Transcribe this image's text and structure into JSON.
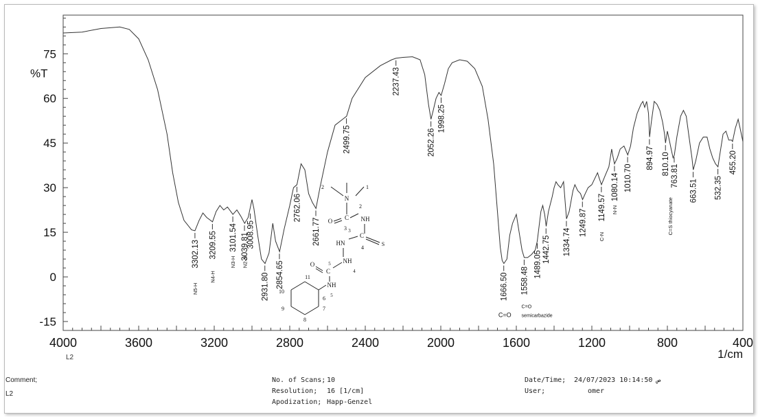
{
  "chart_data": {
    "type": "line",
    "ylabel": "%T",
    "xlabel": "1/cm",
    "xlim": [
      4000,
      400
    ],
    "ylim": [
      -18,
      88
    ],
    "x_ticks": [
      4000,
      3600,
      3200,
      2800,
      2400,
      2000,
      1600,
      1200,
      800,
      400,
      3400,
      3000,
      2600,
      2200,
      1800,
      1400,
      1000,
      600
    ],
    "y_ticks": [
      75,
      60,
      45,
      30,
      15,
      0,
      -15
    ],
    "series_label": "L2",
    "series": [
      {
        "points": [
          [
            4000,
            82
          ],
          [
            3900,
            82.3
          ],
          [
            3800,
            83.5
          ],
          [
            3700,
            84
          ],
          [
            3650,
            83.2
          ],
          [
            3600,
            80
          ],
          [
            3550,
            73
          ],
          [
            3500,
            63
          ],
          [
            3450,
            48
          ],
          [
            3420,
            35
          ],
          [
            3390,
            25
          ],
          [
            3360,
            19
          ],
          [
            3320,
            15.8
          ],
          [
            3302,
            15.5
          ],
          [
            3280,
            19
          ],
          [
            3260,
            21.5
          ],
          [
            3240,
            20
          ],
          [
            3209,
            18.5
          ],
          [
            3190,
            22
          ],
          [
            3170,
            24
          ],
          [
            3150,
            22.5
          ],
          [
            3130,
            23.5
          ],
          [
            3101,
            21
          ],
          [
            3080,
            22.5
          ],
          [
            3060,
            20.5
          ],
          [
            3039,
            18
          ],
          [
            3020,
            20
          ],
          [
            3000,
            26
          ],
          [
            2990,
            23
          ],
          [
            2970,
            14
          ],
          [
            2950,
            6
          ],
          [
            2931,
            4.5
          ],
          [
            2910,
            8
          ],
          [
            2890,
            18
          ],
          [
            2875,
            12
          ],
          [
            2854,
            8.5
          ],
          [
            2830,
            16
          ],
          [
            2800,
            24
          ],
          [
            2780,
            30
          ],
          [
            2762,
            31
          ],
          [
            2740,
            38
          ],
          [
            2720,
            36
          ],
          [
            2700,
            28
          ],
          [
            2680,
            25
          ],
          [
            2661,
            23
          ],
          [
            2640,
            30
          ],
          [
            2600,
            42
          ],
          [
            2560,
            51
          ],
          [
            2520,
            53
          ],
          [
            2499,
            54
          ],
          [
            2470,
            60
          ],
          [
            2400,
            67
          ],
          [
            2320,
            71
          ],
          [
            2260,
            73
          ],
          [
            2237,
            73.5
          ],
          [
            2200,
            73.8
          ],
          [
            2150,
            74
          ],
          [
            2110,
            73
          ],
          [
            2085,
            68
          ],
          [
            2065,
            58
          ],
          [
            2052,
            53
          ],
          [
            2040,
            56
          ],
          [
            2025,
            60
          ],
          [
            2010,
            62
          ],
          [
            1998,
            61
          ],
          [
            1980,
            65
          ],
          [
            1960,
            70
          ],
          [
            1940,
            72
          ],
          [
            1900,
            73
          ],
          [
            1860,
            72.5
          ],
          [
            1820,
            70
          ],
          [
            1780,
            64
          ],
          [
            1750,
            53
          ],
          [
            1720,
            38
          ],
          [
            1700,
            22
          ],
          [
            1685,
            10
          ],
          [
            1675,
            5.5
          ],
          [
            1666,
            4.5
          ],
          [
            1650,
            6
          ],
          [
            1635,
            14
          ],
          [
            1620,
            18
          ],
          [
            1600,
            21
          ],
          [
            1585,
            15
          ],
          [
            1570,
            9
          ],
          [
            1558,
            6.5
          ],
          [
            1540,
            6.5
          ],
          [
            1520,
            7.5
          ],
          [
            1500,
            9
          ],
          [
            1489,
            12
          ],
          [
            1470,
            22
          ],
          [
            1460,
            24
          ],
          [
            1450,
            21
          ],
          [
            1442,
            17
          ],
          [
            1430,
            22
          ],
          [
            1410,
            27
          ],
          [
            1400,
            30
          ],
          [
            1390,
            32
          ],
          [
            1380,
            31
          ],
          [
            1365,
            30
          ],
          [
            1350,
            32
          ],
          [
            1334,
            19.5
          ],
          [
            1320,
            22
          ],
          [
            1300,
            29
          ],
          [
            1290,
            31
          ],
          [
            1275,
            29
          ],
          [
            1260,
            28
          ],
          [
            1249,
            26
          ],
          [
            1235,
            28
          ],
          [
            1220,
            30
          ],
          [
            1200,
            31
          ],
          [
            1185,
            33
          ],
          [
            1170,
            35
          ],
          [
            1160,
            33
          ],
          [
            1149,
            31
          ],
          [
            1130,
            34
          ],
          [
            1110,
            37
          ],
          [
            1095,
            43
          ],
          [
            1090,
            41
          ],
          [
            1080,
            38
          ],
          [
            1065,
            40
          ],
          [
            1050,
            43
          ],
          [
            1030,
            44
          ],
          [
            1010,
            41
          ],
          [
            995,
            44
          ],
          [
            980,
            50
          ],
          [
            960,
            55
          ],
          [
            940,
            58
          ],
          [
            930,
            59
          ],
          [
            920,
            57
          ],
          [
            910,
            59
          ],
          [
            900,
            55
          ],
          [
            894,
            47
          ],
          [
            885,
            52
          ],
          [
            870,
            59
          ],
          [
            855,
            58
          ],
          [
            840,
            56
          ],
          [
            825,
            52
          ],
          [
            815,
            48
          ],
          [
            810,
            45
          ],
          [
            800,
            49
          ],
          [
            790,
            46
          ],
          [
            780,
            43
          ],
          [
            770,
            40
          ],
          [
            763,
            41
          ],
          [
            750,
            47
          ],
          [
            730,
            54
          ],
          [
            715,
            56
          ],
          [
            700,
            54
          ],
          [
            685,
            47
          ],
          [
            670,
            40
          ],
          [
            663,
            36
          ],
          [
            650,
            39
          ],
          [
            630,
            45
          ],
          [
            610,
            47
          ],
          [
            590,
            47
          ],
          [
            575,
            43
          ],
          [
            560,
            40
          ],
          [
            545,
            38
          ],
          [
            532,
            37
          ],
          [
            520,
            42
          ],
          [
            505,
            48
          ],
          [
            490,
            49
          ],
          [
            475,
            46
          ],
          [
            460,
            46
          ],
          [
            455,
            45.5
          ],
          [
            440,
            50
          ],
          [
            425,
            53
          ],
          [
            415,
            50
          ],
          [
            400,
            45.5
          ]
        ]
      }
    ],
    "peak_labels": [
      {
        "x": 3302.13,
        "y": 15.5,
        "text": "3302.13"
      },
      {
        "x": 3209.55,
        "y": 18.5,
        "text": "3209.55"
      },
      {
        "x": 3101.54,
        "y": 21,
        "text": "3101.54"
      },
      {
        "x": 3039.81,
        "y": 18,
        "text": "3039.81"
      },
      {
        "x": 3008.95,
        "y": 22,
        "text": "3008.95"
      },
      {
        "x": 2931.8,
        "y": 4.5,
        "text": "2931.80"
      },
      {
        "x": 2854.65,
        "y": 8.5,
        "text": "2854.65"
      },
      {
        "x": 2762.06,
        "y": 31,
        "text": "2762.06"
      },
      {
        "x": 2661.77,
        "y": 23,
        "text": "2661.77"
      },
      {
        "x": 2499.75,
        "y": 54,
        "text": "2499.75"
      },
      {
        "x": 2237.43,
        "y": 73.5,
        "text": "2237.43"
      },
      {
        "x": 2052.26,
        "y": 53,
        "text": "2052.26"
      },
      {
        "x": 1998.25,
        "y": 61,
        "text": "1998.25"
      },
      {
        "x": 1666.5,
        "y": 4.5,
        "text": "1666.50"
      },
      {
        "x": 1558.48,
        "y": 6.5,
        "text": "1558.48"
      },
      {
        "x": 1489.05,
        "y": 12,
        "text": "1489.05"
      },
      {
        "x": 1442.75,
        "y": 17,
        "text": "1442.75"
      },
      {
        "x": 1334.74,
        "y": 19.5,
        "text": "1334.74"
      },
      {
        "x": 1249.87,
        "y": 26,
        "text": "1249.87"
      },
      {
        "x": 1149.57,
        "y": 31,
        "text": "1149.57"
      },
      {
        "x": 1080.14,
        "y": 38,
        "text": "1080.14"
      },
      {
        "x": 1010.7,
        "y": 41,
        "text": "1010.70"
      },
      {
        "x": 894.97,
        "y": 47,
        "text": "894.97"
      },
      {
        "x": 810.1,
        "y": 45,
        "text": "810.10"
      },
      {
        "x": 763.81,
        "y": 41,
        "text": "763.81"
      },
      {
        "x": 663.51,
        "y": 36,
        "text": "663.51"
      },
      {
        "x": 532.35,
        "y": 37,
        "text": "532.35"
      },
      {
        "x": 455.2,
        "y": 45.5,
        "text": "455.20"
      }
    ],
    "band_labels": [
      {
        "x": 3302,
        "text": "N5-H"
      },
      {
        "x": 3209,
        "text": "N4-H"
      },
      {
        "x": 3101,
        "text": "N3-H"
      },
      {
        "x": 3039,
        "text": "N2-H"
      },
      {
        "x": 1666,
        "text": "C=O"
      },
      {
        "x": 1558,
        "text": "C=O"
      },
      {
        "x": 1540,
        "text": "semicarbazide"
      },
      {
        "x": 1149,
        "text": "C-N"
      },
      {
        "x": 1080,
        "text": "N-N"
      },
      {
        "x": 785,
        "text": "C=S thiocyanate"
      }
    ],
    "structure_labels": {
      "methyl1": "1",
      "methyl2": "2",
      "n1": "N",
      "n2label": "2",
      "nh2": "NH",
      "c3": "C",
      "c3num": "3",
      "o3": "O",
      "c4": "C",
      "c4num": "4",
      "s": "S",
      "nh3": "HN",
      "n3num": "3",
      "nh4": "NH",
      "n4num": "4",
      "c5": "C",
      "c5num": "5",
      "o5": "O",
      "nh5": "NH",
      "n5num": "5",
      "r6": "6",
      "r7": "7",
      "r8": "8",
      "r9": "9",
      "r10": "10",
      "r11": "11"
    },
    "grid": false,
    "legend": "none"
  },
  "footer": {
    "comment_label": "Comment;",
    "comment_value": "L2",
    "scans_label": "No. of Scans;",
    "scans_value": "10",
    "resolution_label": "Resolution;",
    "resolution_value": "16 [1/cm]",
    "apodization_label": "Apodization;",
    "apodization_value": "Happ-Genzel",
    "datetime_label": "Date/Time;",
    "datetime_value": "24/07/2023 10:14:50 ص",
    "user_label": "User;",
    "user_value": "omer"
  }
}
